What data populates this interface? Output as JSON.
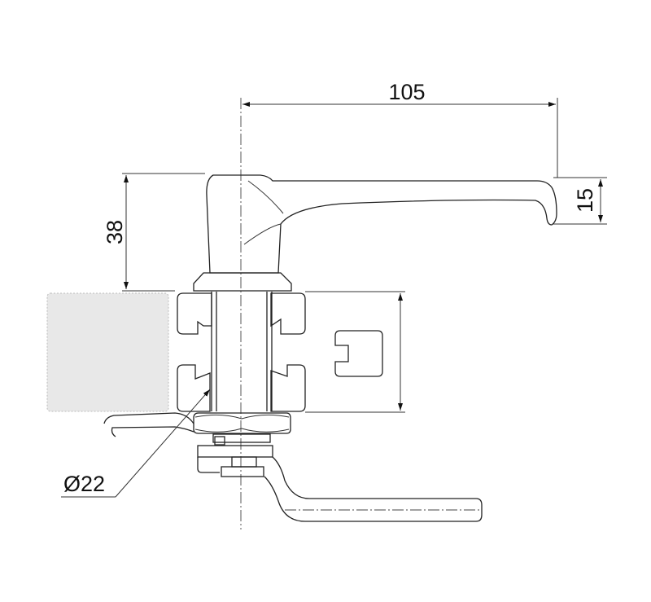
{
  "drawing": {
    "dimensions": {
      "lever_length": "105",
      "height": "38",
      "lever_drop": "15",
      "diameter": "Ø22"
    },
    "colors": {
      "line": "#222222",
      "panel_fill": "#e8e8e8"
    }
  }
}
